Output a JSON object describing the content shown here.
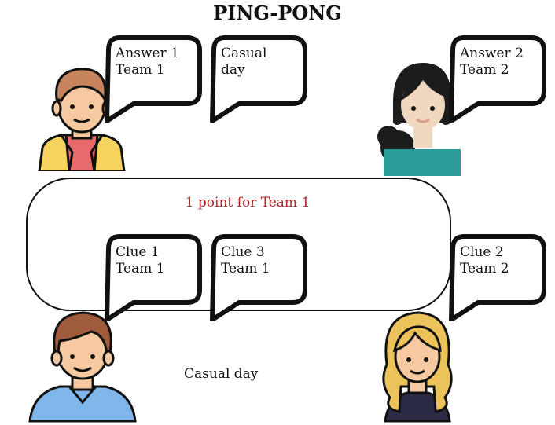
{
  "title": "PING-PONG",
  "score_text": "1 point for Team 1",
  "bottom_text": "Casual day",
  "bubbles": {
    "answer1": {
      "line1": "Answer 1",
      "line2": "Team 1"
    },
    "casual_top": {
      "line1": "Casual",
      "line2": "day"
    },
    "answer2": {
      "line1": "Answer 2",
      "line2": "Team 2"
    },
    "clue1": {
      "line1": "Clue 1",
      "line2": "Team 1"
    },
    "clue3": {
      "line1": "Clue 3",
      "line2": "Team 1"
    },
    "clue2": {
      "line1": "Clue 2",
      "line2": "Team 2"
    }
  },
  "colors": {
    "score_text": "#b22222",
    "skin": "#f7c9a0",
    "hair_brown": "#c8845c",
    "hair_dark": "#1c1c1c",
    "hair_blonde": "#ecc35a",
    "shirt_yellow": "#f5d35c",
    "shirt_teal": "#2a9d9a",
    "shirt_blue": "#7fb7ea",
    "shirt_navy": "#2b2b45"
  },
  "icons": [
    "man-brown-hair-yellow-jacket",
    "woman-dark-hair-teal",
    "man-brown-hair-blue",
    "woman-blonde-navy"
  ]
}
